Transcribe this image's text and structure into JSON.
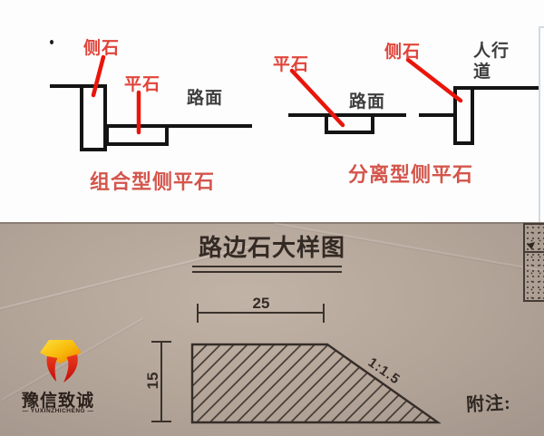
{
  "diagrams": {
    "combined": {
      "side_stone_label": "侧石",
      "flat_stone_label": "平石",
      "road_label": "路面",
      "caption": "组合型侧平石"
    },
    "separated": {
      "flat_stone_label": "平石",
      "road_label": "路面",
      "side_stone_label": "侧石",
      "sidewalk_label_line1": "人行",
      "sidewalk_label_line2": "道",
      "caption": "分离型侧平石"
    }
  },
  "photo": {
    "title": "路边石大样图",
    "width_dim": "25",
    "height_dim": "15",
    "slope_label": "1:1.5",
    "note_label": "附注:",
    "logo": {
      "name": "豫信致诚",
      "subtitle": "— YUXINZHICHENG —"
    }
  },
  "colors": {
    "leader_red": "#e9150b",
    "label_red": "#e0443a",
    "caption_red": "#d4554c",
    "diagram_line_black": "#141414",
    "photo_background_tan": "#b3a498",
    "logo_gold": "#f7b708",
    "logo_red": "#d61f10"
  }
}
